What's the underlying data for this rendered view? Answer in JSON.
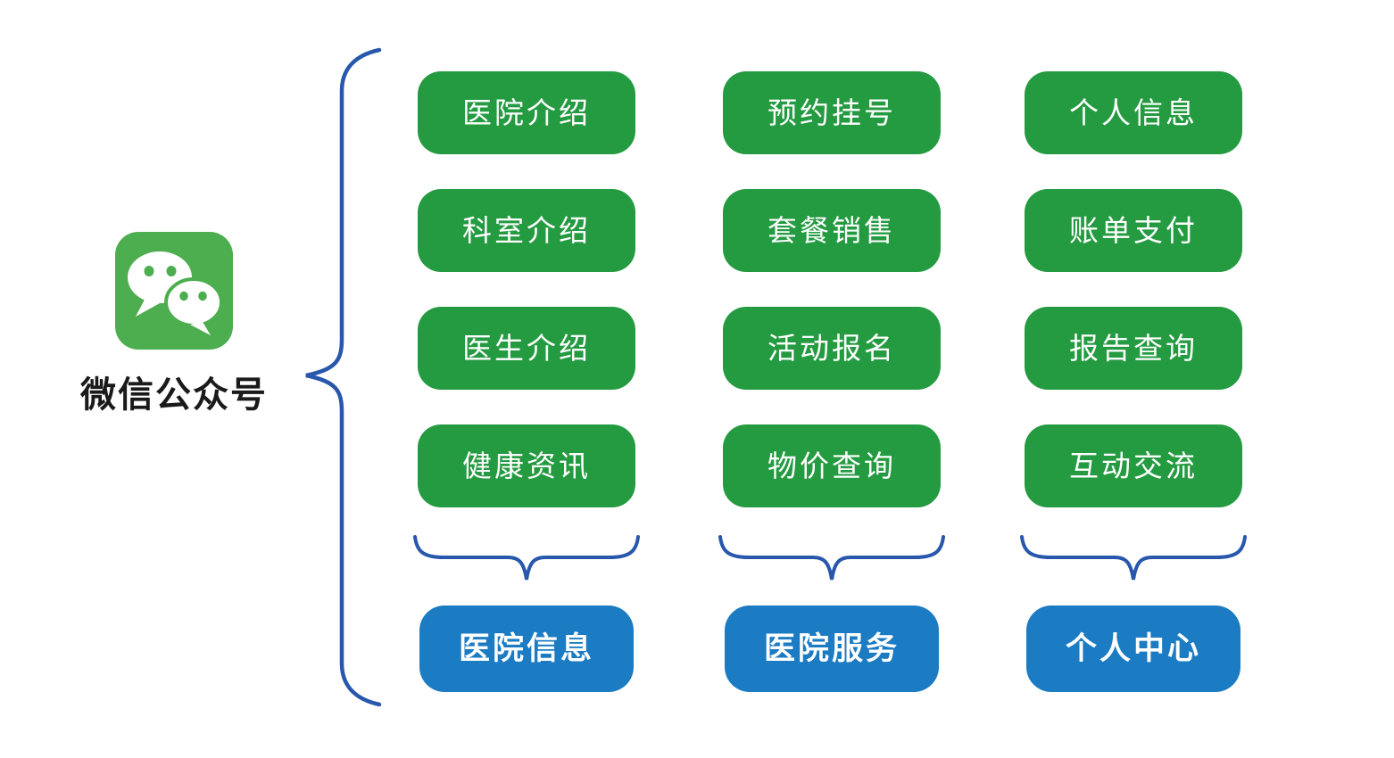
{
  "diagram": {
    "root": {
      "label": "微信公众号",
      "icon": "wechat-logo-icon"
    },
    "columns": [
      {
        "items": [
          "医院介绍",
          "科室介绍",
          "医生介绍",
          "健康资讯"
        ],
        "group": "医院信息"
      },
      {
        "items": [
          "预约挂号",
          "套餐销售",
          "活动报名",
          "物价查询"
        ],
        "group": "医院服务"
      },
      {
        "items": [
          "个人信息",
          "账单支付",
          "报告查询",
          "互动交流"
        ],
        "group": "个人中心"
      }
    ],
    "colors": {
      "node_green": "#249b41",
      "node_blue": "#1b7bc3",
      "brace_blue": "#2857ab",
      "icon_green": "#4dae4f",
      "label_text": "#1a1a1a",
      "node_text": "#ffffff",
      "background": "#ffffff"
    }
  }
}
